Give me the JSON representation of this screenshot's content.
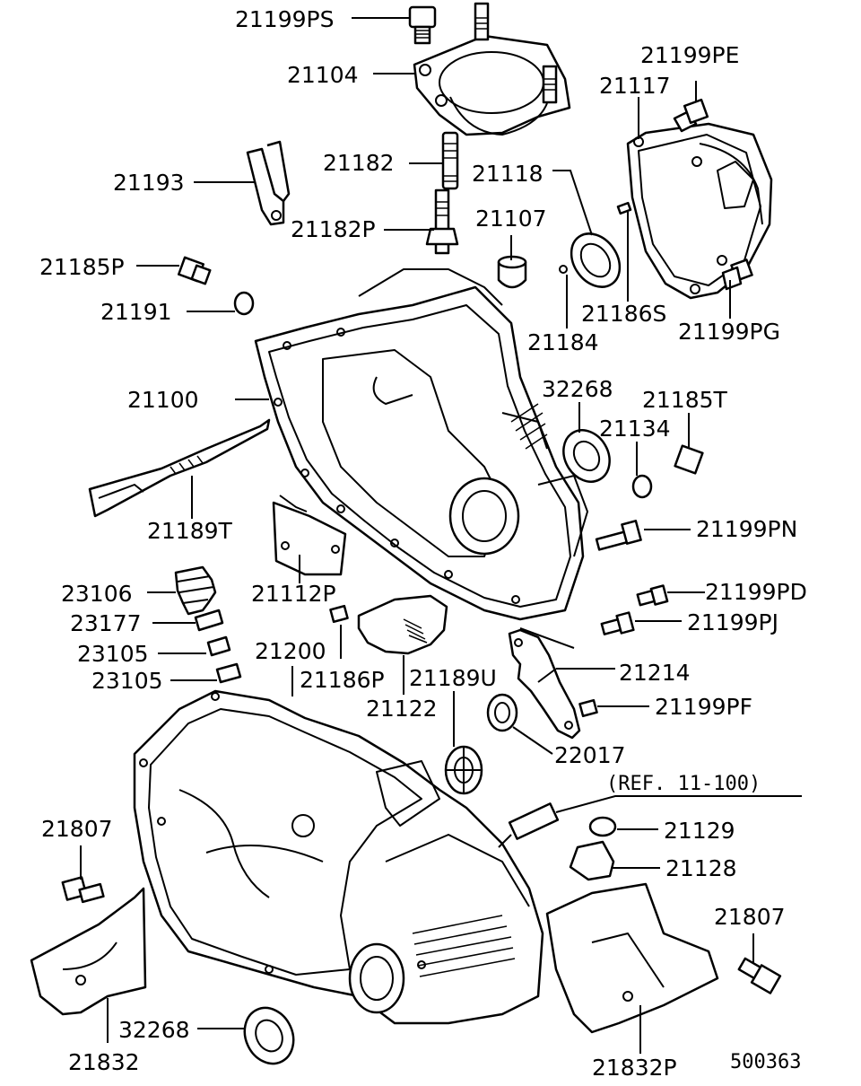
{
  "diagram_id": "500363",
  "reference_note": "(REF. 11-100)",
  "labels": {
    "p21199PS": "21199PS",
    "p21104": "21104",
    "p21199PE": "21199PE",
    "p21117": "21117",
    "p21182": "21182",
    "p21118": "21118",
    "p21193": "21193",
    "p21107": "21107",
    "p21182P": "21182P",
    "p21185P": "21185P",
    "p21191": "21191",
    "p21186S": "21186S",
    "p21184": "21184",
    "p21199PG": "21199PG",
    "p21100": "21100",
    "p32268a": "32268",
    "p21185T": "21185T",
    "p21134": "21134",
    "p21189T": "21189T",
    "p21199PN": "21199PN",
    "p23106": "23106",
    "p21112P": "21112P",
    "p21199PD": "21199PD",
    "p23177": "23177",
    "p21199PJ": "21199PJ",
    "p23105a": "23105",
    "p21200": "21200",
    "p21214": "21214",
    "p21186P": "21186P",
    "p21189U": "21189U",
    "p23105b": "23105",
    "p21122": "21122",
    "p21199PF": "21199PF",
    "p22017": "22017",
    "p21807a": "21807",
    "p21129": "21129",
    "p21128": "21128",
    "p21807b": "21807",
    "p32268b": "32268",
    "p21832": "21832",
    "p21832P": "21832P"
  }
}
